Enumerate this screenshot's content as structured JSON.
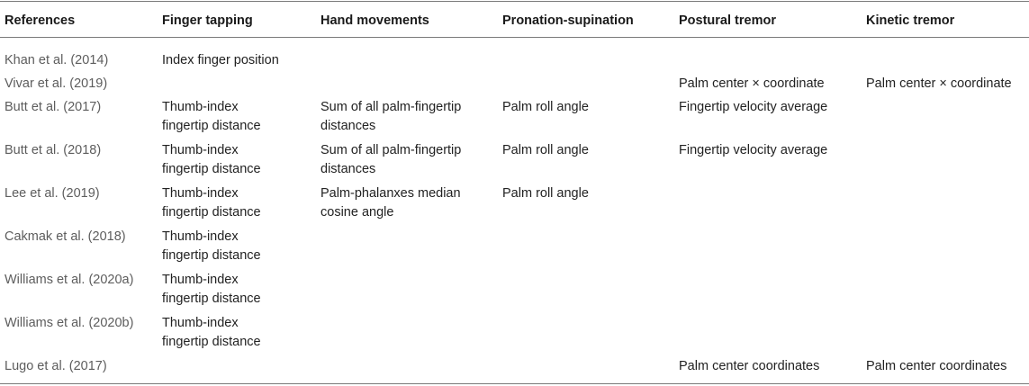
{
  "headers": [
    "References",
    "Finger tapping",
    "Hand movements",
    "Pronation-supination",
    "Postural tremor",
    "Kinetic tremor"
  ],
  "rows": [
    [
      "Khan et al. (2014)",
      "Index finger position",
      "",
      "",
      "",
      ""
    ],
    [
      "Vivar et al. (2019)",
      "",
      "",
      "",
      "Palm center × coordinate",
      "Palm center × coordinate"
    ],
    [
      "Butt et al. (2017)",
      "Thumb-index\nfingertip distance",
      "Sum of all palm-fingertip\ndistances",
      "Palm roll angle",
      "Fingertip velocity average",
      ""
    ],
    [
      "Butt et al. (2018)",
      "Thumb-index\nfingertip distance",
      "Sum of all palm-fingertip\ndistances",
      "Palm roll angle",
      "Fingertip velocity average",
      ""
    ],
    [
      "Lee et al. (2019)",
      "Thumb-index\nfingertip distance",
      "Palm-phalanxes median\ncosine angle",
      "Palm roll angle",
      "",
      ""
    ],
    [
      "Cakmak et al. (2018)",
      "Thumb-index\nfingertip distance",
      "",
      "",
      "",
      ""
    ],
    [
      "Williams et al. (2020a)",
      "Thumb-index\nfingertip distance",
      "",
      "",
      "",
      ""
    ],
    [
      "Williams et al. (2020b)",
      "Thumb-index\nfingertip distance",
      "",
      "",
      "",
      ""
    ],
    [
      "Lugo et al. (2017)",
      "",
      "",
      "",
      "Palm center coordinates",
      "Palm center coordinates"
    ]
  ]
}
